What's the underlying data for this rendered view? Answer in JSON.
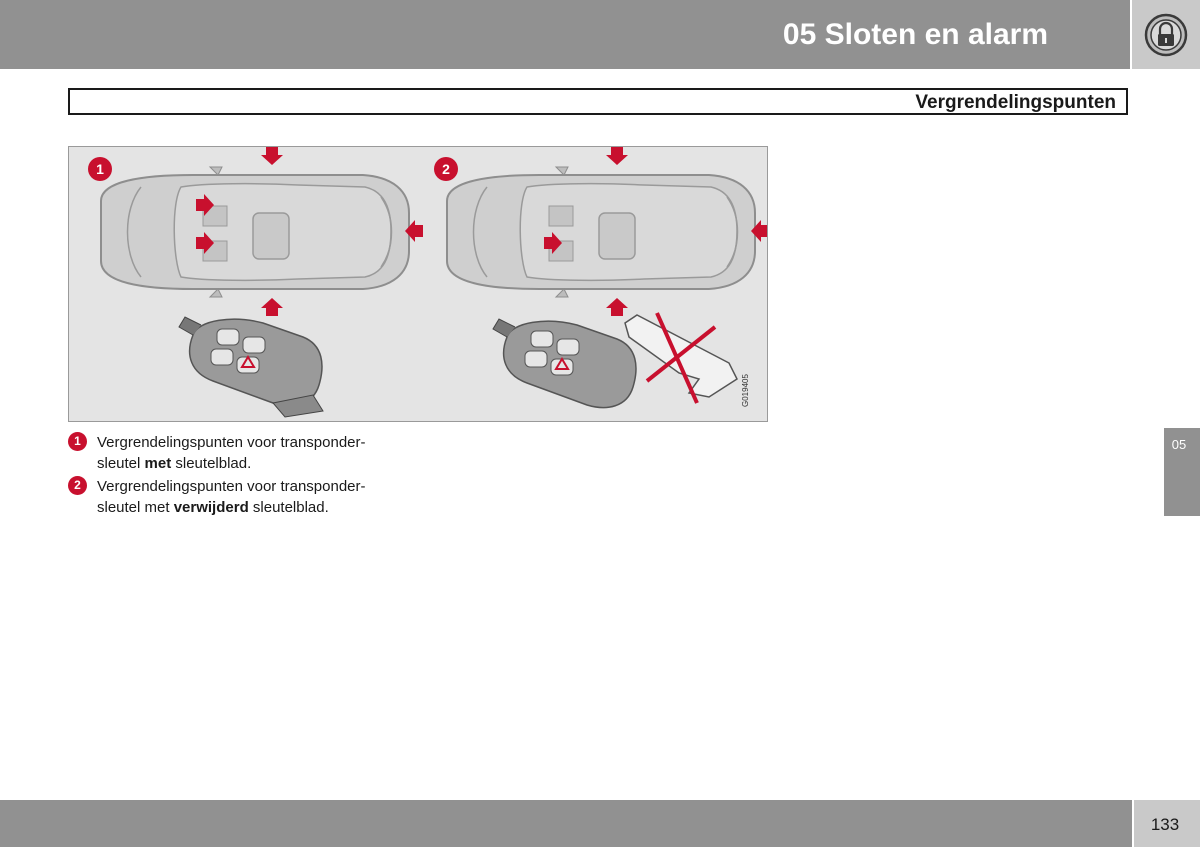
{
  "header": {
    "chapter_title": "05 Sloten en alarm",
    "icon": "padlock-icon"
  },
  "section": {
    "title": "Vergrendelingspunten"
  },
  "figure": {
    "code": "G019405",
    "callouts": [
      "1",
      "2"
    ],
    "accent_color": "#c8102e"
  },
  "legend": [
    {
      "number": "1",
      "line1": "Vergrendelingspunten voor transponder-",
      "line2_before": "sleutel ",
      "line2_bold": "met",
      "line2_after": " sleutelblad."
    },
    {
      "number": "2",
      "line1": "Vergrendelingspunten voor transponder-",
      "line2_before": "sleutel met ",
      "line2_bold": "verwijderd",
      "line2_after": " sleutelblad."
    }
  ],
  "side_tab": {
    "label": "05"
  },
  "footer": {
    "page_number": "133"
  },
  "colors": {
    "band_gray": "#919191",
    "light_gray": "#c9c9c9",
    "figure_bg": "#e4e4e4"
  }
}
